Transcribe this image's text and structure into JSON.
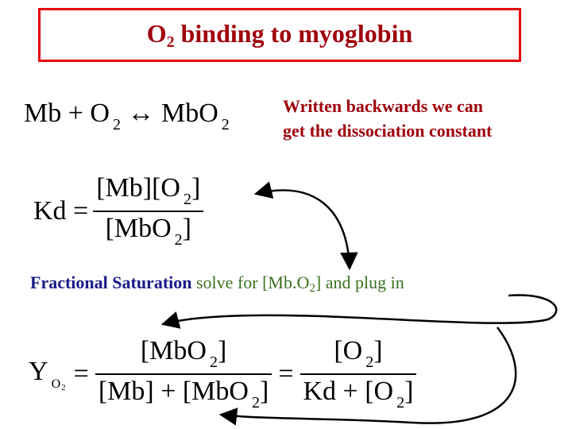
{
  "title": {
    "main": "O",
    "sub": "2",
    "rest": " binding to myoglobin"
  },
  "reaction": {
    "left": "Mb + O",
    "left_sub": "2",
    "arrow": " ↔ ",
    "right": "MbO",
    "right_sub": "2"
  },
  "note": {
    "line1": "Written backwards we can",
    "line2": "get the dissociation constant"
  },
  "kd": {
    "label": "Kd =",
    "numerator": "[Mb][O",
    "numerator_sub": "2",
    "numerator_close": "]",
    "denominator": "[MbO",
    "denominator_sub": "2",
    "denominator_close": "]"
  },
  "fractional_saturation": {
    "lead": "Fractional Saturation",
    "text": " solve for [Mb.O",
    "sub": "2",
    "text2": "] and plug in"
  },
  "y_equation": {
    "label": "Y",
    "label_sub": "O",
    "label_subsub": "2",
    "eq": "=",
    "frac1_num": "[MbO",
    "frac1_num_sub": "2",
    "frac1_num_close": "]",
    "frac1_den_a": "[Mb] + [MbO",
    "frac1_den_sub": "2",
    "frac1_den_close": "]",
    "eq2": "=",
    "frac2_num": "[O",
    "frac2_num_sub": "2",
    "frac2_num_close": "]",
    "frac2_den": "Kd + [O",
    "frac2_den_sub": "2",
    "frac2_den_close": "]"
  },
  "colors": {
    "title_border": "#e8000b",
    "title_text": "#a0000c",
    "note_text": "#a0000c",
    "fs_lead": "#1a1a8a",
    "fs_text": "#3c7020"
  }
}
